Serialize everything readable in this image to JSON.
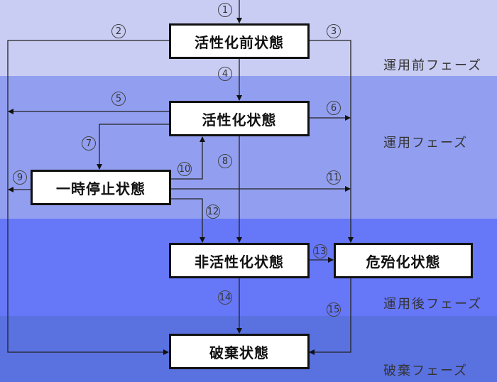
{
  "phases": [
    {
      "id": "pre",
      "label": "運用前フェーズ",
      "color": "#c9cdf3"
    },
    {
      "id": "op",
      "label": "運用フェーズ",
      "color": "#929ff0"
    },
    {
      "id": "post",
      "label": "運用後フェーズ",
      "color": "#6677f8"
    },
    {
      "id": "dis",
      "label": "破棄フェーズ",
      "color": "#5a71e0"
    }
  ],
  "states": {
    "pre_activation": "活性化前状態",
    "active": "活性化状態",
    "suspended": "一時停止状態",
    "deactivated": "非活性化状態",
    "compromised": "危殆化状態",
    "destroyed": "破棄状態"
  },
  "transitions": [
    {
      "n": "1",
      "from": "",
      "to": "活性化前状態"
    },
    {
      "n": "2",
      "from": "活性化前状態",
      "to": "破棄状態"
    },
    {
      "n": "3",
      "from": "活性化前状態",
      "to": "危殆化状態"
    },
    {
      "n": "4",
      "from": "活性化前状態",
      "to": "活性化状態"
    },
    {
      "n": "5",
      "from": "活性化状態",
      "to": "破棄状態"
    },
    {
      "n": "6",
      "from": "活性化状態",
      "to": "危殆化状態"
    },
    {
      "n": "7",
      "from": "活性化状態",
      "to": "一時停止状態"
    },
    {
      "n": "8",
      "from": "活性化状態",
      "to": "非活性化状態"
    },
    {
      "n": "9",
      "from": "一時停止状態",
      "to": "破棄状態"
    },
    {
      "n": "10",
      "from": "一時停止状態",
      "to": "活性化状態"
    },
    {
      "n": "11",
      "from": "一時停止状態",
      "to": "危殆化状態"
    },
    {
      "n": "12",
      "from": "一時停止状態",
      "to": "非活性化状態"
    },
    {
      "n": "13",
      "from": "非活性化状態",
      "to": "危殆化状態"
    },
    {
      "n": "14",
      "from": "非活性化状態",
      "to": "破棄状態"
    },
    {
      "n": "15",
      "from": "危殆化状態",
      "to": "破棄状態"
    }
  ]
}
